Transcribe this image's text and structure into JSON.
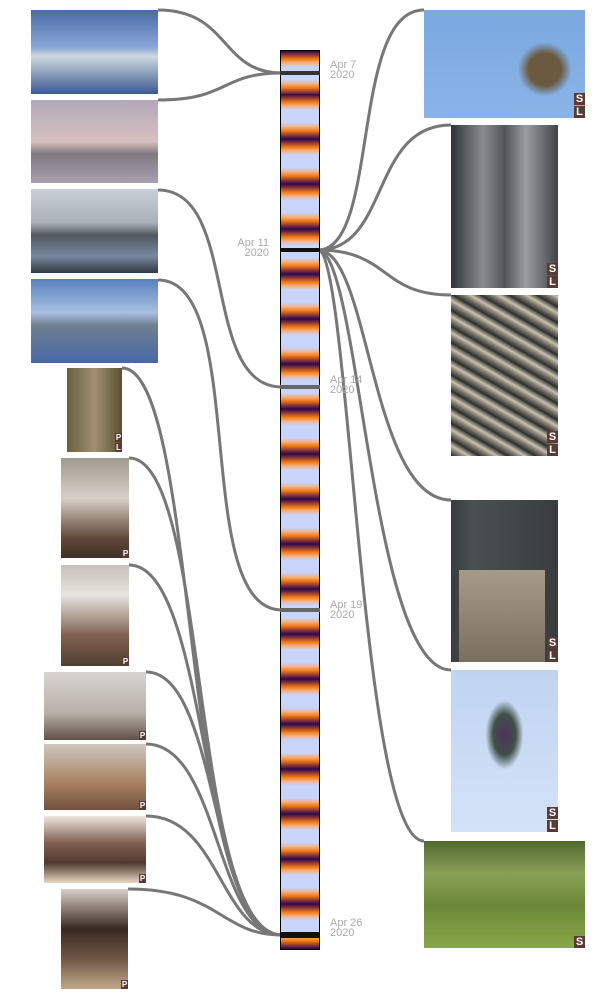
{
  "dates": [
    {
      "label": "Apr  7",
      "year": "2020"
    },
    {
      "label": "Apr 11",
      "year": "2020"
    },
    {
      "label": "Apr 14",
      "year": "2020"
    },
    {
      "label": "Apr 19",
      "year": "2020"
    },
    {
      "label": "Apr 26",
      "year": "2020"
    }
  ],
  "left_photos": [
    {
      "subject": "city-waterfront-blue"
    },
    {
      "subject": "city-dusk"
    },
    {
      "subject": "harbour-bridge"
    },
    {
      "subject": "marina-skyline"
    },
    {
      "subject": "girl-on-log",
      "badges": [
        "P",
        "L"
      ]
    },
    {
      "subject": "girl-lamp",
      "badges": [
        "P"
      ]
    },
    {
      "subject": "girl-lamp-2",
      "badges": [
        "P"
      ]
    },
    {
      "subject": "lamp-ceiling",
      "badges": [
        "P"
      ]
    },
    {
      "subject": "girl-kitchen",
      "badges": [
        "P"
      ]
    },
    {
      "subject": "birthday-cake",
      "badges": [
        "P"
      ]
    },
    {
      "subject": "girl-cake",
      "badges": [
        "P"
      ]
    }
  ],
  "right_photos": [
    {
      "subject": "sparrow",
      "badges": [
        "S",
        "L"
      ]
    },
    {
      "subject": "bird-on-cattail",
      "badges": [
        "S",
        "L"
      ]
    },
    {
      "subject": "bird-in-branches",
      "badges": [
        "S",
        "L"
      ]
    },
    {
      "subject": "swallows-birdhouse",
      "badges": [
        "S",
        "L"
      ]
    },
    {
      "subject": "hummingbird",
      "badges": [
        "S",
        "L"
      ]
    },
    {
      "subject": "coyote",
      "badges": [
        "S"
      ]
    }
  ]
}
